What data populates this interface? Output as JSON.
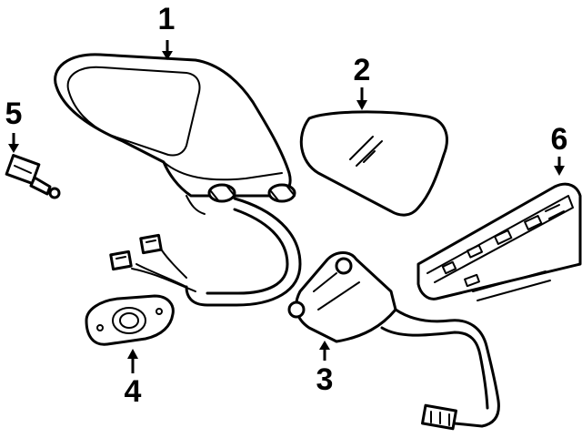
{
  "diagram": {
    "background": "#ffffff",
    "line_color": "#000000",
    "callouts": [
      {
        "id": "1",
        "label": "1",
        "part": "mirror-assembly"
      },
      {
        "id": "2",
        "label": "2",
        "part": "mirror-glass"
      },
      {
        "id": "3",
        "label": "3",
        "part": "mounting-bracket-with-harness"
      },
      {
        "id": "4",
        "label": "4",
        "part": "mirror-seal"
      },
      {
        "id": "5",
        "label": "5",
        "part": "switch-connector"
      },
      {
        "id": "6",
        "label": "6",
        "part": "door-trim-panel"
      }
    ]
  }
}
